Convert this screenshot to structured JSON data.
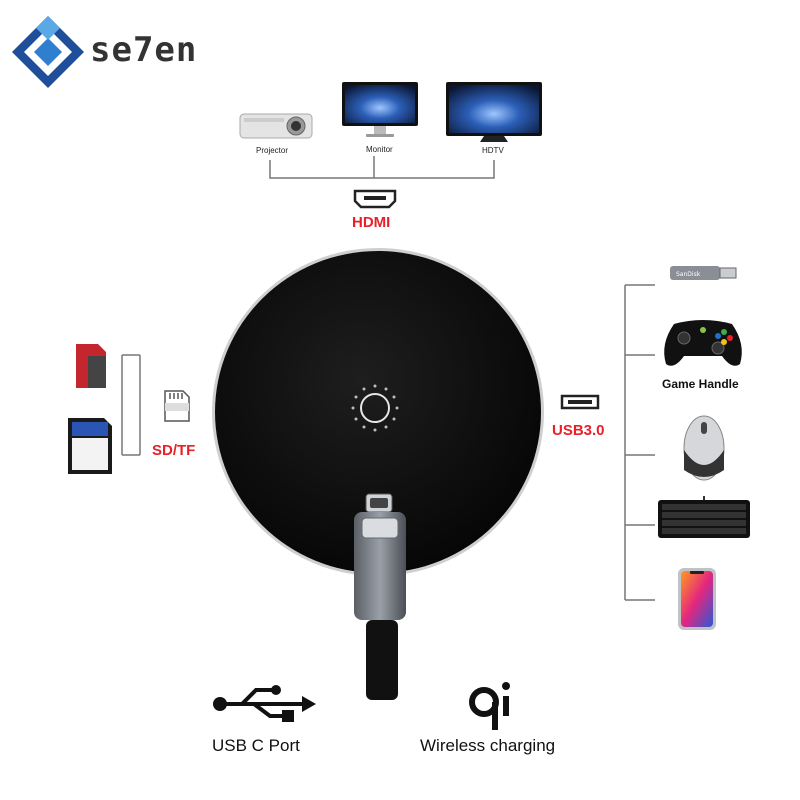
{
  "brand": {
    "name": "se7en"
  },
  "displays": [
    {
      "label": "Projector"
    },
    {
      "label": "Monitor"
    },
    {
      "label": "HDTV"
    }
  ],
  "ports": {
    "hdmi": "HDMI",
    "sd": "SD/TF",
    "usb": "USB3.0"
  },
  "usb_devices": {
    "game_handle": "Game Handle",
    "flash_drive_brand": "SanDisk"
  },
  "bottom": {
    "usb_c": "USB C  Port",
    "wireless": "Wireless charging"
  },
  "colors": {
    "accent_red": "#e8202a",
    "brand_blue": "#1f4f9a",
    "hub_black": "#0d0d0d"
  }
}
